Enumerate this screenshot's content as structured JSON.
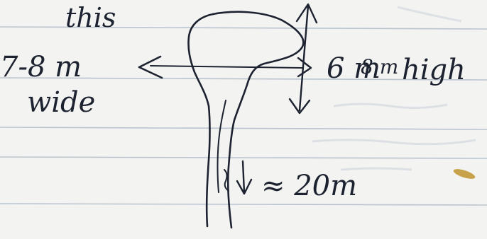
{
  "labels": {
    "top_word": "this",
    "width_value": "7-8 m",
    "width_word": "wide",
    "height_value": "6 m",
    "height_overwrite": "8 m",
    "height_word": "high",
    "depth_value": "≈ 20m"
  },
  "colors": {
    "paper": "#f3f3f1",
    "ruled_line": "#b9c4cf",
    "ink": "#1c2230",
    "margin_stain": "#c8a24a",
    "smudge": "#cbd2da"
  }
}
